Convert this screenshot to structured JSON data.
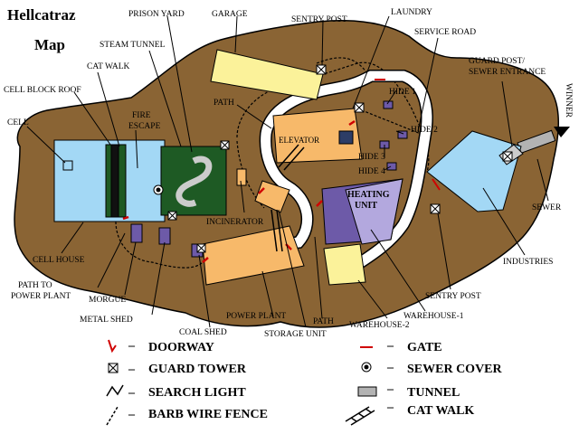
{
  "title": "Hellcatraz",
  "subtitle": "Map",
  "colors": {
    "ground": "#8a6434",
    "blue_building": "#a3d8f5",
    "orange_building": "#f7b96a",
    "yellow_building": "#fbf29a",
    "purple_building": "#6d5aa8",
    "purple_light": "#b3a8de",
    "prison_yard": "#1e5a24",
    "path": "#ffffff",
    "doorway": "#d00000"
  },
  "labels": {
    "prison_yard": "PRISON YARD",
    "garage": "GARAGE",
    "sentry_post_top": "SENTRY POST",
    "laundry": "LAUNDRY",
    "service_road": "SERVICE ROAD",
    "steam_tunnel": "STEAM TUNNEL",
    "guard_post": "GUARD POST/",
    "sewer_entrance": "SEWER ENTRANCE",
    "winner": "WINNER",
    "cat_walk": "CAT WALK",
    "hide_1": "HIDE 1",
    "cell_block_roof": "CELL BLOCK ROOF",
    "path_top": "PATH",
    "hide_2": "HIDE 2",
    "cell": "CELL",
    "fire_escape_1": "FIRE",
    "fire_escape_2": "ESCAPE",
    "elevator": "ELEVATOR",
    "hide_3": "HIDE 3",
    "hide_4": "HIDE 4",
    "heating_unit_1": "HEATING",
    "heating_unit_2": "UNIT",
    "sewer": "SEWER",
    "incinerator": "INCINERATOR",
    "industries": "INDUSTRIES",
    "cell_house": "CELL HOUSE",
    "sentry_post_bottom": "SENTRY POST",
    "path_to_power_plant_1": "PATH TO",
    "path_to_power_plant_2": "POWER PLANT",
    "morgue": "MORGUE",
    "warehouse_1": "WAREHOUSE-1",
    "power_plant": "POWER PLANT",
    "path_bottom": "PATH",
    "metal_shed": "METAL SHED",
    "coal_shed": "COAL SHED",
    "storage_unit": "STORAGE UNIT",
    "warehouse_2": "WAREHOUSE-2"
  },
  "legend": {
    "dash": "–",
    "doorway": "DOORWAY",
    "guard_tower": "GUARD TOWER",
    "search_light": "SEARCH LIGHT",
    "barb_wire_fence": "BARB WIRE FENCE",
    "gate": "GATE",
    "sewer_cover": "SEWER  COVER",
    "tunnel": "TUNNEL",
    "cat_walk": "CAT WALK"
  }
}
